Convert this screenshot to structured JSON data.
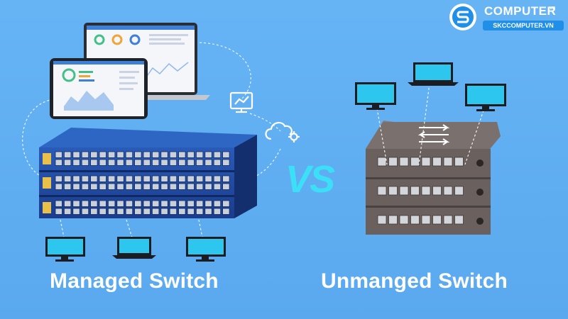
{
  "brand": {
    "word": "COMPUTER",
    "suffix": ".vn",
    "url": "SKCCOMPUTER.VN"
  },
  "vs_text": "VS",
  "left_label": "Managed Switch",
  "right_label": "Unmanged Switch",
  "colors": {
    "background": "#5fadf1",
    "vs": "#3be0f6",
    "managed_switch": "#1c3f8f",
    "unmanaged_switch": "#6f6562",
    "screen": "#2cc6ef"
  },
  "icons": [
    "monitor-chart-icon",
    "cloud-gear-icon",
    "laptop-icon",
    "tablet-icon",
    "desktop-monitor-icon",
    "laptop-small-icon"
  ]
}
